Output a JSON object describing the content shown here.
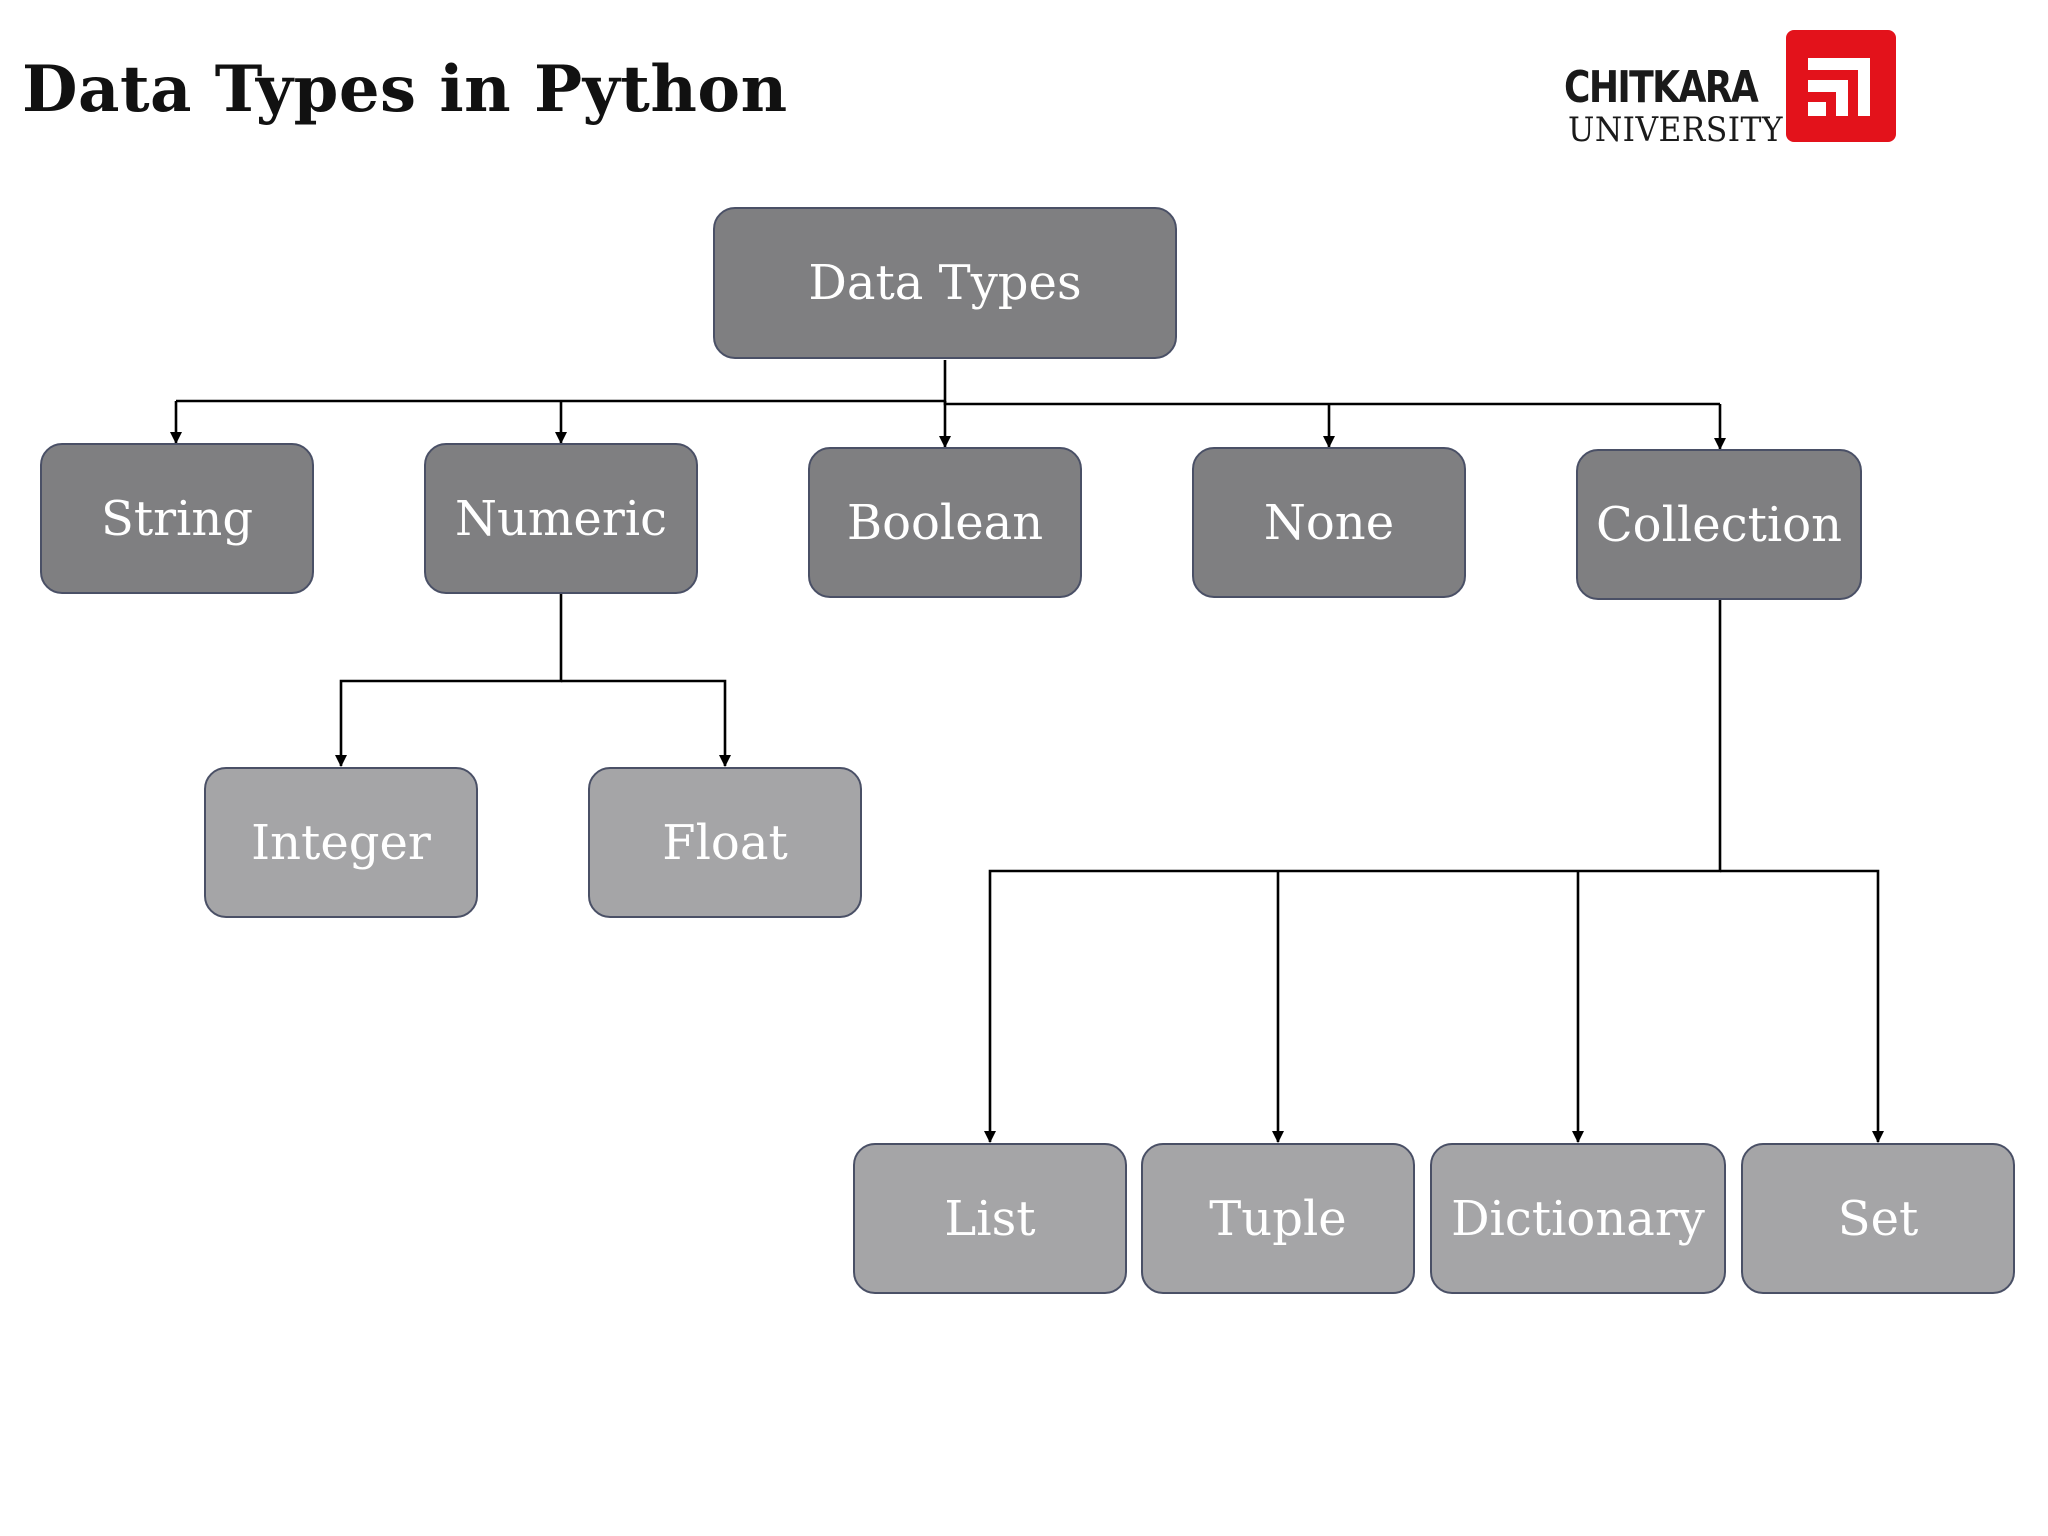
{
  "page": {
    "title": "Data Types in Python"
  },
  "logo": {
    "name": "CHITKARA",
    "subtitle": "UNIVERSITY",
    "color": "#e3121b"
  },
  "colors": {
    "primary_node": "#7f7f81",
    "secondary_node": "#a5a5a7",
    "node_border": "#4a5066",
    "node_text": "#ffffff",
    "connector": "#000000"
  },
  "diagram": {
    "root": {
      "label": "Data Types"
    },
    "level1": [
      {
        "label": "String"
      },
      {
        "label": "Numeric"
      },
      {
        "label": "Boolean"
      },
      {
        "label": "None"
      },
      {
        "label": "Collection"
      }
    ],
    "numeric_children": [
      {
        "label": "Integer"
      },
      {
        "label": "Float"
      }
    ],
    "collection_children": [
      {
        "label": "List"
      },
      {
        "label": "Tuple"
      },
      {
        "label": "Dictionary"
      },
      {
        "label": "Set"
      }
    ]
  }
}
